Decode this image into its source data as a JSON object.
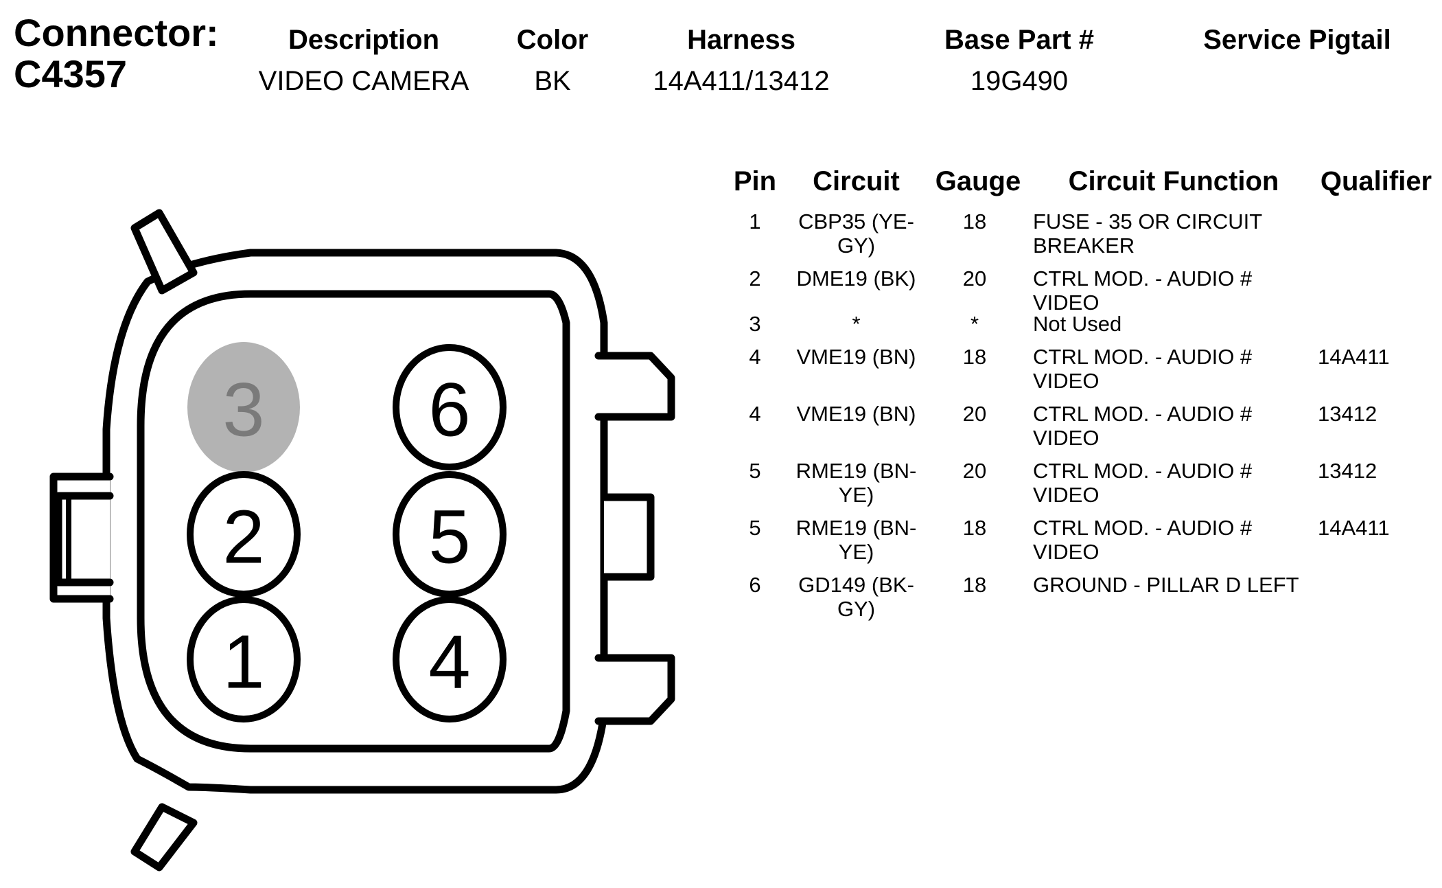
{
  "connector": {
    "label": "Connector:",
    "id": "C4357"
  },
  "header": {
    "description": {
      "label": "Description",
      "value": "VIDEO CAMERA"
    },
    "color": {
      "label": "Color",
      "value": "BK"
    },
    "harness": {
      "label": "Harness",
      "value": "14A411/13412"
    },
    "base_part": {
      "label": "Base Part #",
      "value": "19G490"
    },
    "service_pigtail": {
      "label": "Service Pigtail",
      "value": ""
    }
  },
  "table": {
    "headers": {
      "pin": "Pin",
      "circuit": "Circuit",
      "gauge": "Gauge",
      "function": "Circuit Function",
      "qualifier": "Qualifier"
    },
    "rows": [
      {
        "pin": "1",
        "circuit": "CBP35 (YE-GY)",
        "gauge": "18",
        "function": "FUSE - 35 OR CIRCUIT BREAKER",
        "qualifier": ""
      },
      {
        "pin": "2",
        "circuit": "DME19 (BK)",
        "gauge": "20",
        "function": "CTRL MOD. - AUDIO # VIDEO",
        "qualifier": ""
      },
      {
        "pin": "3",
        "circuit": "*",
        "gauge": "*",
        "function": "Not Used",
        "qualifier": ""
      },
      {
        "pin": "4",
        "circuit": "VME19 (BN)",
        "gauge": "18",
        "function": "CTRL MOD. - AUDIO # VIDEO",
        "qualifier": "14A411"
      },
      {
        "pin": "4",
        "circuit": "VME19 (BN)",
        "gauge": "20",
        "function": "CTRL MOD. - AUDIO # VIDEO",
        "qualifier": "13412"
      },
      {
        "pin": "5",
        "circuit": "RME19 (BN-YE)",
        "gauge": "20",
        "function": "CTRL MOD. - AUDIO # VIDEO",
        "qualifier": "13412"
      },
      {
        "pin": "5",
        "circuit": "RME19 (BN-YE)",
        "gauge": "18",
        "function": "CTRL MOD. - AUDIO # VIDEO",
        "qualifier": "14A411"
      },
      {
        "pin": "6",
        "circuit": "GD149 (BK-GY)",
        "gauge": "18",
        "function": "GROUND - PILLAR D LEFT",
        "qualifier": ""
      }
    ]
  },
  "diagram": {
    "pins": [
      {
        "label": "3",
        "used": false
      },
      {
        "label": "6",
        "used": true
      },
      {
        "label": "2",
        "used": true
      },
      {
        "label": "5",
        "used": true
      },
      {
        "label": "1",
        "used": true
      },
      {
        "label": "4",
        "used": true
      }
    ],
    "colors": {
      "outline": "#000000",
      "unused_pin_fill": "#b3b3b3",
      "unused_pin_text": "#7a7a7a"
    }
  }
}
